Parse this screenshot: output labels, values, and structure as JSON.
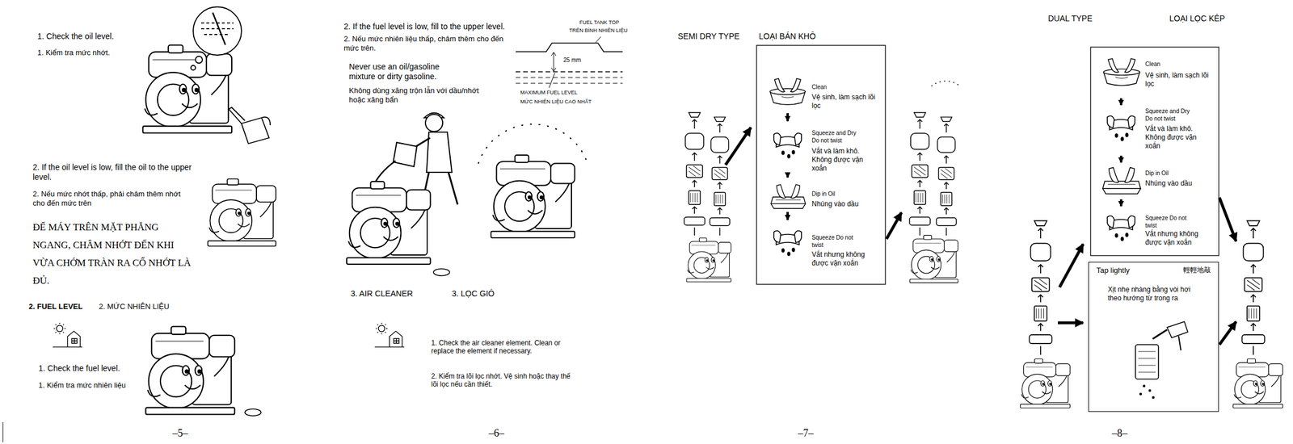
{
  "diagram": {
    "nodes": [
      {
        "text": [
          "Clean",
          "Vệ sinh, làm sạch lõi lọc"
        ]
      },
      {
        "text": [
          "Squeeze and Dry Do not twist",
          "Vắt và làm khô. Không được vặn xoắn"
        ]
      },
      {
        "text": [
          "Dip in Oil",
          "Nhúng vào dầu"
        ]
      },
      {
        "text": [
          "Squeeze Do not twist",
          "Vắt nhưng không được vặn xoắn"
        ]
      },
      {
        "text": [
          "Clean",
          "Vệ sinh, làm sạch lõi lọc"
        ]
      },
      {
        "text": [
          "Squeeze and Dry Do not twist",
          "Vắt và làm khô. Không được vặn xoắn"
        ]
      },
      {
        "text": [
          "Dip in Oil",
          "Nhúng vào dầu"
        ]
      },
      {
        "text": [
          "Squeeze Do not twist",
          "Vắt nhưng không được vặn xoắn"
        ]
      },
      {
        "text": [
          "Tap lightly",
          "輕輕地敲",
          "Xịt nhẹ nhàng bằng vòi hơi theo hướng từ trong ra"
        ]
      }
    ],
    "edges": [
      {
        "from": 0,
        "to": 1,
        "arrow": "to"
      },
      {
        "from": 1,
        "to": 2,
        "arrow": "to"
      },
      {
        "from": 2,
        "to": 3,
        "arrow": "to"
      },
      {
        "from": 4,
        "to": 5,
        "arrow": "to"
      },
      {
        "from": 5,
        "to": 6,
        "arrow": "to"
      },
      {
        "from": 6,
        "to": 7,
        "arrow": "to"
      }
    ],
    "labels": [
      "1. Check the oil level.",
      "1. Kiểm tra mức nhớt.",
      "2. If the oil level is low, fill the oil to the upper level.",
      "2. Nếu mức nhớt thấp, phải châm thêm nhớt cho đến mức trên",
      "ĐỂ MÁY TRÊN MẶT PHẲNG NGANG, CHÂM NHỚT ĐẾN KHI VỪA CHỚM TRÀN RA CỔ NHỚT LÀ ĐỦ.",
      "2. FUEL LEVEL",
      "2. MỨC NHIÊN LIỆU",
      "1. Check the fuel level.",
      "1. Kiểm tra mức nhiên liệu",
      "–5–",
      "2. If the fuel level is low, fill to the upper level.",
      "2. Nếu mức nhiên liệu thấp, châm thêm cho đến mức trên.",
      "Never use an oil/gasoline mixture or dirty gasoline.",
      "Không dùng xăng trộn lẫn với dầu/nhớt hoặc xăng bẩn",
      "FUEL TANK TOP",
      "TRÊN BÌNH NHIÊN LIỆU",
      "25 mm",
      "MAXIMUM FUEL LEVEL",
      "MỨC NHIÊN LIỆU CAO NHẤT",
      "3. AIR CLEANER",
      "3. LỌC GIÓ",
      "1. Check the air cleaner element. Clean or replace the element if necessary.",
      "2. Kiểm tra lõi lọc nhớt. Vệ sinh hoặc thay thế lõi lọc nếu cần thiết.",
      "–6–",
      "SEMI DRY TYPE",
      "LOẠI BÁN KHÔ",
      "–7–",
      "DUAL TYPE",
      "LOẠI LỌC KÉP",
      "–8–"
    ]
  }
}
